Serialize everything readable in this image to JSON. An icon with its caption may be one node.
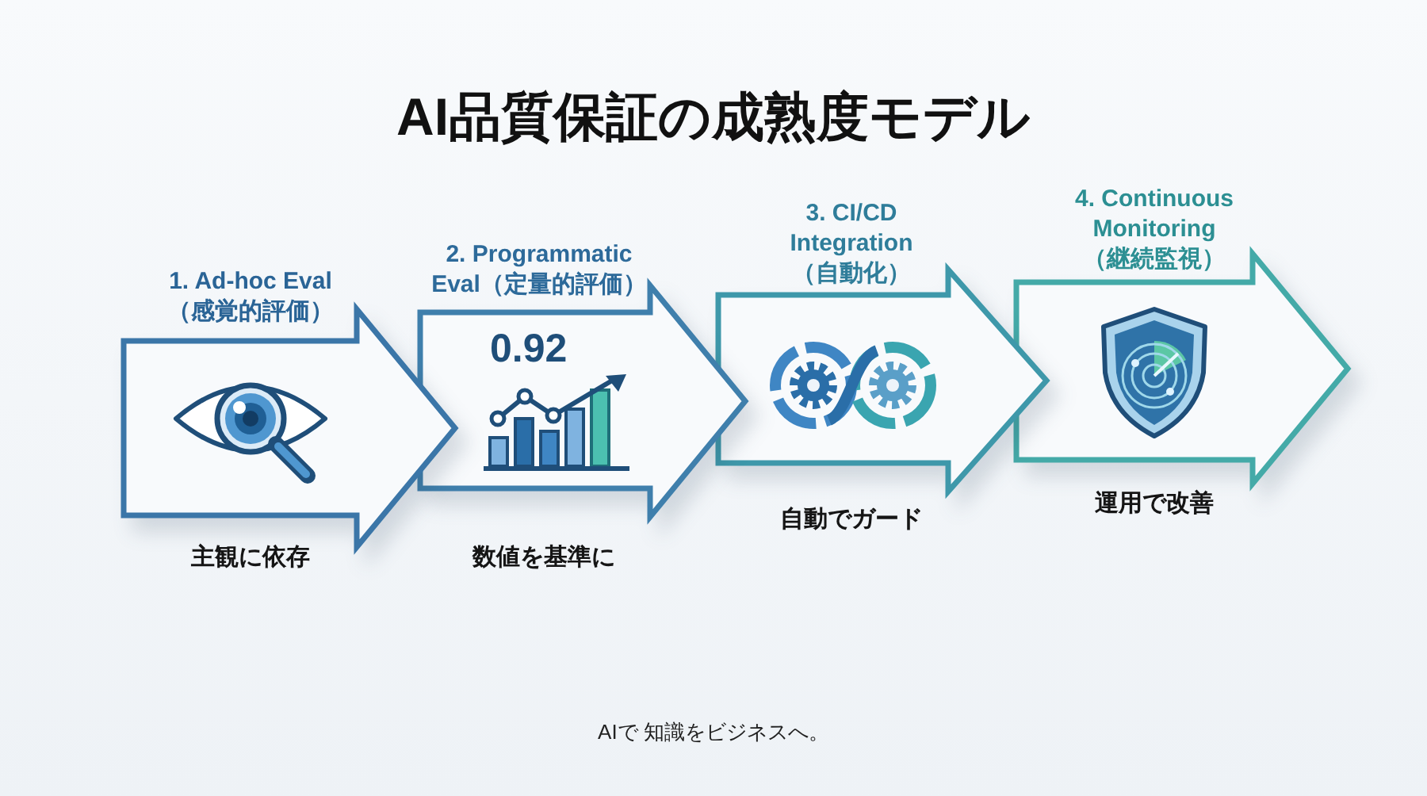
{
  "diagram": {
    "title": "AI品質保証の成熟度モデル",
    "nodes": [
      {
        "text": [
          "1. Ad-hoc Eval（感覚的評価）"
        ],
        "beside": [
          "主観に依存"
        ]
      },
      {
        "text": [
          "2. Programmatic Eval（定量的評価）",
          "0.92"
        ],
        "beside": [
          "数値を基準に"
        ]
      },
      {
        "text": [
          "3. CI/CD Integration（自動化）"
        ],
        "beside": [
          "自動でガード"
        ]
      },
      {
        "text": [
          "4. Continuous Monitoring（継続監視）"
        ],
        "beside": [
          "運用で改善"
        ]
      }
    ],
    "labels": [
      "AIで 知識をビジネスへ。"
    ]
  }
}
